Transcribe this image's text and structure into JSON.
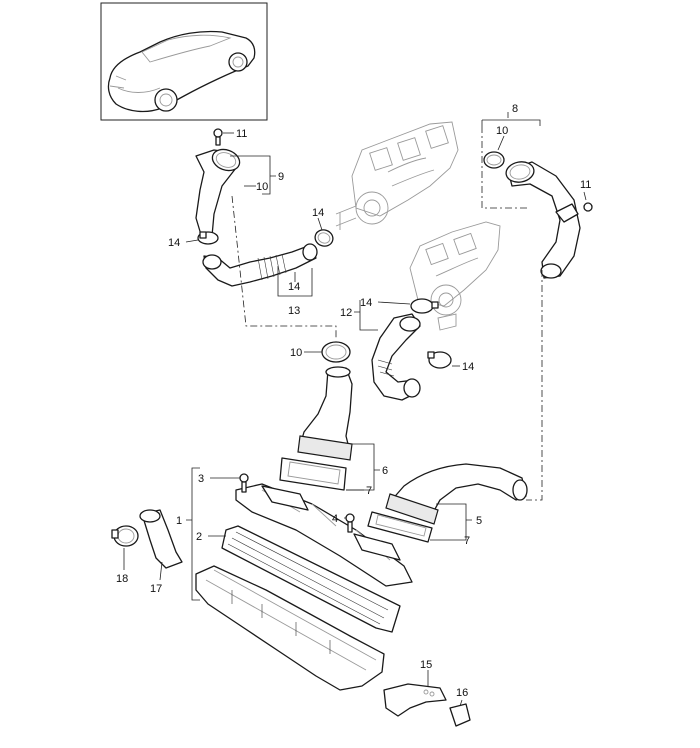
{
  "callouts": {
    "c1": "1",
    "c2": "2",
    "c3": "3",
    "c4": "4",
    "c5": "5",
    "c6": "6",
    "c7a": "7",
    "c7b": "7",
    "c8": "8",
    "c9": "9",
    "c10a": "10",
    "c10b": "10",
    "c10c": "10",
    "c11a": "11",
    "c11b": "11",
    "c12": "12",
    "c13": "13",
    "c14a": "14",
    "c14b": "14",
    "c14c": "14",
    "c14d": "14",
    "c14e": "14",
    "c15": "15",
    "c16": "16",
    "c17": "17",
    "c18": "18"
  }
}
